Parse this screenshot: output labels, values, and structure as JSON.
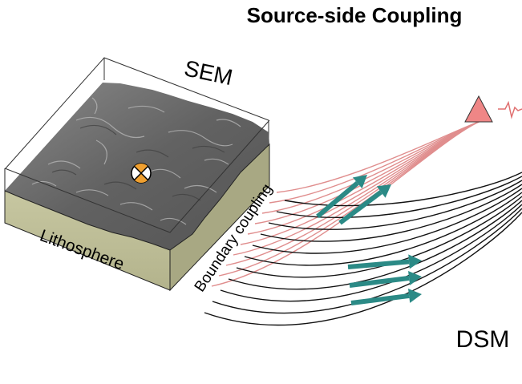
{
  "title": "Source-side Coupling",
  "labels": {
    "sem": "SEM",
    "lithosphere": "Lithosphere",
    "boundary": "Boundary coupling",
    "dsm": "DSM"
  },
  "icons": {
    "source": "focal-mechanism-beachball-icon",
    "station": "seismic-station-triangle-icon",
    "waveform": "seismogram-waveform-icon"
  },
  "colors": {
    "ray_paths_red": "#e08e8e",
    "ray_paths_black": "#111111",
    "arrows": "#2b8a86",
    "station": "#ef8686",
    "lithosphere_side": "#b8b891",
    "surface": "#6b6b6b",
    "beachball_fill": "#f0a030"
  }
}
